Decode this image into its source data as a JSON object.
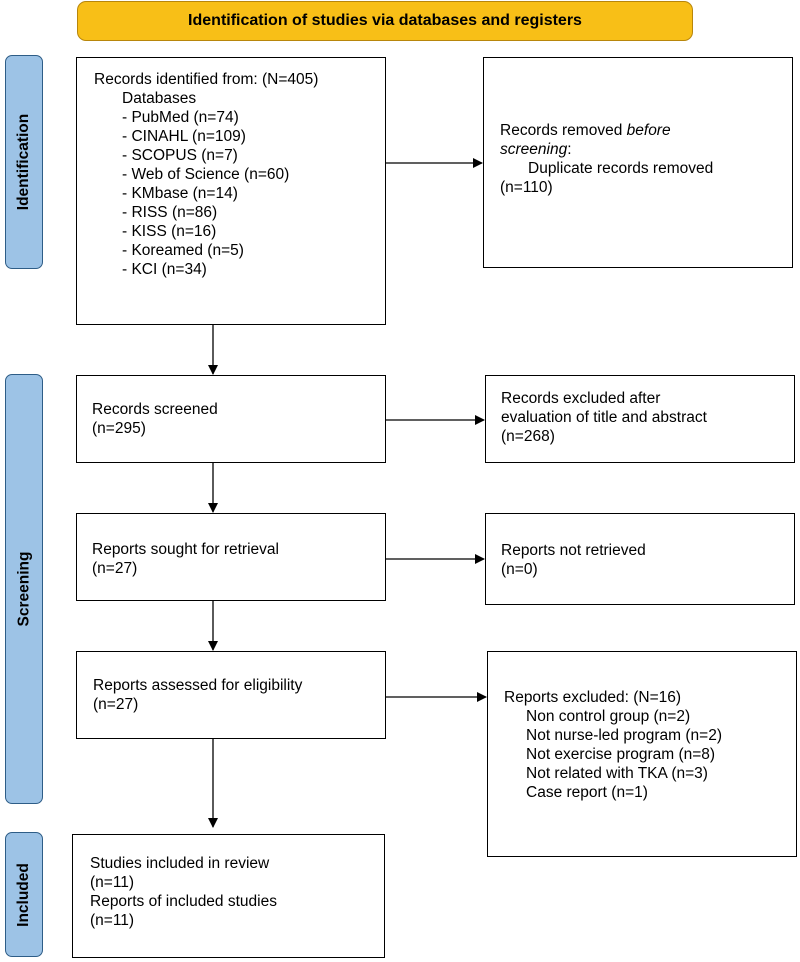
{
  "header": {
    "title": "Identification of studies via databases and registers"
  },
  "phases": {
    "identification": "Identification",
    "screening": "Screening",
    "included": "Included"
  },
  "identification": {
    "records_title": "Records identified from: (N=405)",
    "databases_label": "Databases",
    "databases": [
      "- PubMed (n=74)",
      "- CINAHL (n=109)",
      "- SCOPUS (n=7)",
      "- Web of Science (n=60)",
      "- KMbase (n=14)",
      "- RISS (n=86)",
      "- KISS (n=16)",
      "- Koreamed (n=5)",
      "- KCI (n=34)"
    ],
    "removed_prefix": "Records removed ",
    "removed_emphasis": "before",
    "removed_suffix": "screening",
    "removed_colon": ":",
    "duplicates_label": "Duplicate records removed",
    "duplicates_count": "(n=110)"
  },
  "screening": {
    "screened_label": "Records screened",
    "screened_count": "(n=295)",
    "excluded_line1": "Records excluded after",
    "excluded_line2": "evaluation of title and abstract",
    "excluded_count": "(n=268)",
    "sought_label": "Reports sought for retrieval",
    "sought_count": "(n=27)",
    "not_retrieved_label": "Reports not retrieved",
    "not_retrieved_count": "(n=0)",
    "assessed_label": "Reports assessed for eligibility",
    "assessed_count": "(n=27)",
    "reports_excluded_title": "Reports excluded: (N=16)",
    "reports_excluded_reasons": [
      "Non control group (n=2)",
      "Not nurse-led program (n=2)",
      "Not exercise program (n=8)",
      "Not related with TKA (n=3)",
      "Case report (n=1)"
    ]
  },
  "included": {
    "studies_label": "Studies included in review",
    "studies_count": "(n=11)",
    "reports_label": "Reports of included studies",
    "reports_count": "(n=11)"
  },
  "colors": {
    "header_fill": "#f8bf17",
    "phase_fill": "#9dc3e6",
    "line": "#000000"
  }
}
